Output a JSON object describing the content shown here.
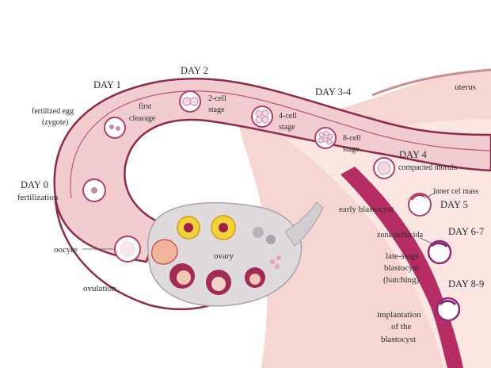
{
  "labels": {
    "day1": "DAY 1",
    "day2": "DAY 2",
    "day34": "DAY 3-4",
    "uterus": "uterus",
    "fertilized_egg_1": "fertilized egg",
    "fertilized_egg_2": "(zygote)",
    "first_cleavage_1": "first",
    "first_cleavage_2": "clearage",
    "two_cell_1": "2-cell",
    "two_cell_2": "stage",
    "four_cell_1": "4-cell",
    "four_cell_2": "stage",
    "eight_cell_1": "8-cell",
    "eight_cell_2": "stage",
    "day4": "DAY 4",
    "compacted_morula": "compacted morula",
    "day0": "DAY 0",
    "fertilization": "fertilization",
    "inner_cell_mass": "inner cel mass",
    "day5": "DAY 5",
    "early_blastocyst": "early blastocyst",
    "ovary": "ovary",
    "oocyte": "oocyte",
    "zona_pellucida": "zona pellucida",
    "day67": "DAY 6-7",
    "late_stage_1": "late-stage",
    "late_stage_2": "blastocyst",
    "late_stage_3": "(hatching)",
    "ovulation": "ovulation",
    "day89": "DAY 8-9",
    "implantation_1": "implantation",
    "implantation_2": "of the",
    "implantation_3": "blastocyst"
  },
  "colors": {
    "tube_outer": "#8e2a4e",
    "tube_fill": "#f3cfd0",
    "uterine_wall": "#f1c7c5",
    "endometrium": "#b0245f",
    "ovary": "#dfdcde",
    "follicle": "#9c2a52",
    "mature_follicle": "#f1d33a"
  }
}
